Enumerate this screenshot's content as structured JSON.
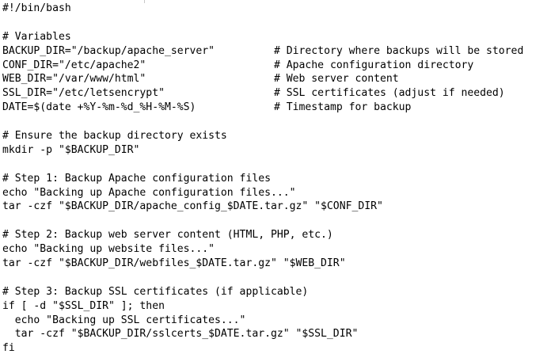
{
  "editor": {
    "lines": [
      {
        "code": "#!/bin/bash",
        "comment": ""
      },
      {
        "code": "",
        "comment": ""
      },
      {
        "code": "# Variables",
        "comment": ""
      },
      {
        "code": "BACKUP_DIR=\"/backup/apache_server\"",
        "comment": "# Directory where backups will be stored"
      },
      {
        "code": "CONF_DIR=\"/etc/apache2\"",
        "comment": "# Apache configuration directory"
      },
      {
        "code": "WEB_DIR=\"/var/www/html\"",
        "comment": "# Web server content"
      },
      {
        "code": "SSL_DIR=\"/etc/letsencrypt\"",
        "comment": "# SSL certificates (adjust if needed)"
      },
      {
        "code": "DATE=$(date +%Y-%m-%d_%H-%M-%S)",
        "comment": "# Timestamp for backup"
      },
      {
        "code": "",
        "comment": ""
      },
      {
        "code": "# Ensure the backup directory exists",
        "comment": ""
      },
      {
        "code": "mkdir -p \"$BACKUP_DIR\"",
        "comment": ""
      },
      {
        "code": "",
        "comment": ""
      },
      {
        "code": "# Step 1: Backup Apache configuration files",
        "comment": ""
      },
      {
        "code": "echo \"Backing up Apache configuration files...\"",
        "comment": ""
      },
      {
        "code": "tar -czf \"$BACKUP_DIR/apache_config_$DATE.tar.gz\" \"$CONF_DIR\"",
        "comment": ""
      },
      {
        "code": "",
        "comment": ""
      },
      {
        "code": "# Step 2: Backup web server content (HTML, PHP, etc.)",
        "comment": ""
      },
      {
        "code": "echo \"Backing up website files...\"",
        "comment": ""
      },
      {
        "code": "tar -czf \"$BACKUP_DIR/webfiles_$DATE.tar.gz\" \"$WEB_DIR\"",
        "comment": ""
      },
      {
        "code": "",
        "comment": ""
      },
      {
        "code": "# Step 3: Backup SSL certificates (if applicable)",
        "comment": ""
      },
      {
        "code": "if [ -d \"$SSL_DIR\" ]; then",
        "comment": ""
      },
      {
        "code": "  echo \"Backing up SSL certificates...\"",
        "comment": ""
      },
      {
        "code": "  tar -czf \"$BACKUP_DIR/sslcerts_$DATE.tar.gz\" \"$SSL_DIR\"",
        "comment": ""
      },
      {
        "code": "fi",
        "comment": ""
      }
    ]
  }
}
